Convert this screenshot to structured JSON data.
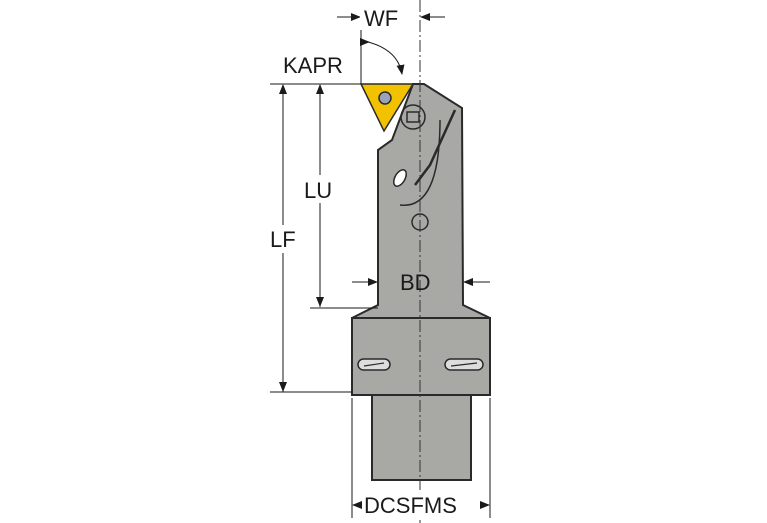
{
  "labels": {
    "wf": "WF",
    "kapr": "KAPR",
    "lu": "LU",
    "lf": "LF",
    "bd": "BD",
    "dcsfms": "DCSFMS"
  },
  "colors": {
    "insert": "#f2c200",
    "body": "#a8a9a5",
    "outline": "#2a2a2a",
    "dimension": "#1a1a1a"
  }
}
